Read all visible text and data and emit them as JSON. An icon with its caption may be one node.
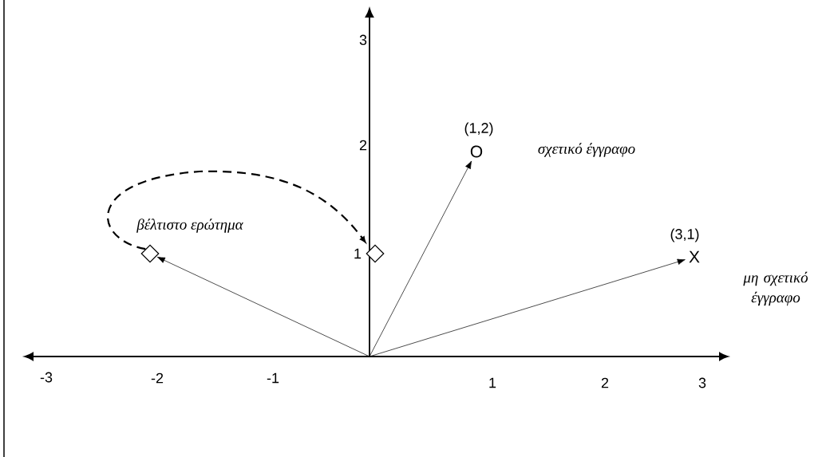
{
  "diagram": {
    "nodes": [
      {
        "text": [
          "O"
        ],
        "beside": [
          "(1,2)",
          "σχετικό έγγραφο"
        ]
      },
      {
        "text": [
          "X"
        ],
        "beside": [
          "(3,1)",
          "μη σχετικό έγγραφο"
        ]
      },
      {
        "text": [],
        "shape": "diamond",
        "beside": [
          "βέλτιστο ερώτημα"
        ]
      },
      {
        "text": [],
        "shape": "diamond"
      }
    ],
    "edges": [
      {
        "from": null,
        "to": 0,
        "arrow": "to"
      },
      {
        "from": null,
        "to": 1,
        "arrow": "to"
      },
      {
        "from": null,
        "to": 2,
        "arrow": "to"
      },
      {
        "from": 2,
        "to": 3,
        "arrow": "to",
        "style": "dashed"
      }
    ],
    "labels": [
      "3",
      "2",
      "1",
      "-3",
      "-2",
      "-1",
      "1",
      "2",
      "3"
    ]
  }
}
